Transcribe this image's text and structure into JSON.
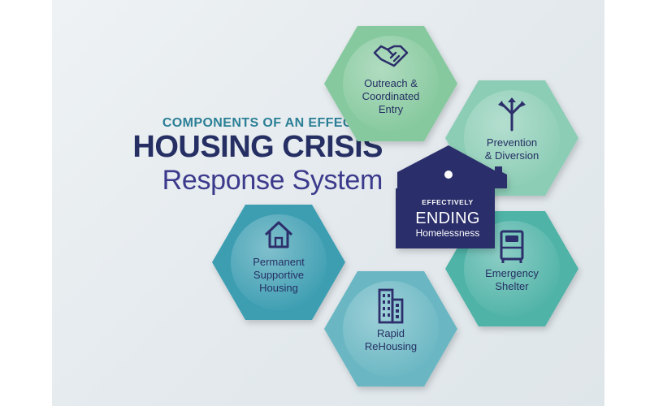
{
  "heading": {
    "eyebrow": "COMPONENTS OF AN EFFECTIVE",
    "main": "HOUSING CRISIS",
    "sub": "Response System"
  },
  "center": {
    "line1": "EFFECTIVELY",
    "line2": "ENDING",
    "line3": "Homelessness",
    "color": "#2c2f6b"
  },
  "components": [
    {
      "label_lines": [
        "Outreach &",
        "Coordinated",
        "Entry"
      ],
      "icon": "handshake-icon",
      "color": "#86c99e"
    },
    {
      "label_lines": [
        "Prevention",
        "& Diversion"
      ],
      "icon": "split-arrows-icon",
      "color": "#8ccdb6"
    },
    {
      "label_lines": [
        "Emergency",
        "Shelter"
      ],
      "icon": "bed-icon",
      "color": "#4fb3a7"
    },
    {
      "label_lines": [
        "Rapid",
        "ReHousing"
      ],
      "icon": "building-icon",
      "color": "#6ab7c3"
    },
    {
      "label_lines": [
        "Permanent",
        "Supportive",
        "Housing"
      ],
      "icon": "house-icon",
      "color": "#3d9eb2"
    }
  ],
  "colors": {
    "text_dark": "#252f63",
    "accent_teal": "#2a7f96",
    "heading_sub": "#3c3a8c"
  }
}
